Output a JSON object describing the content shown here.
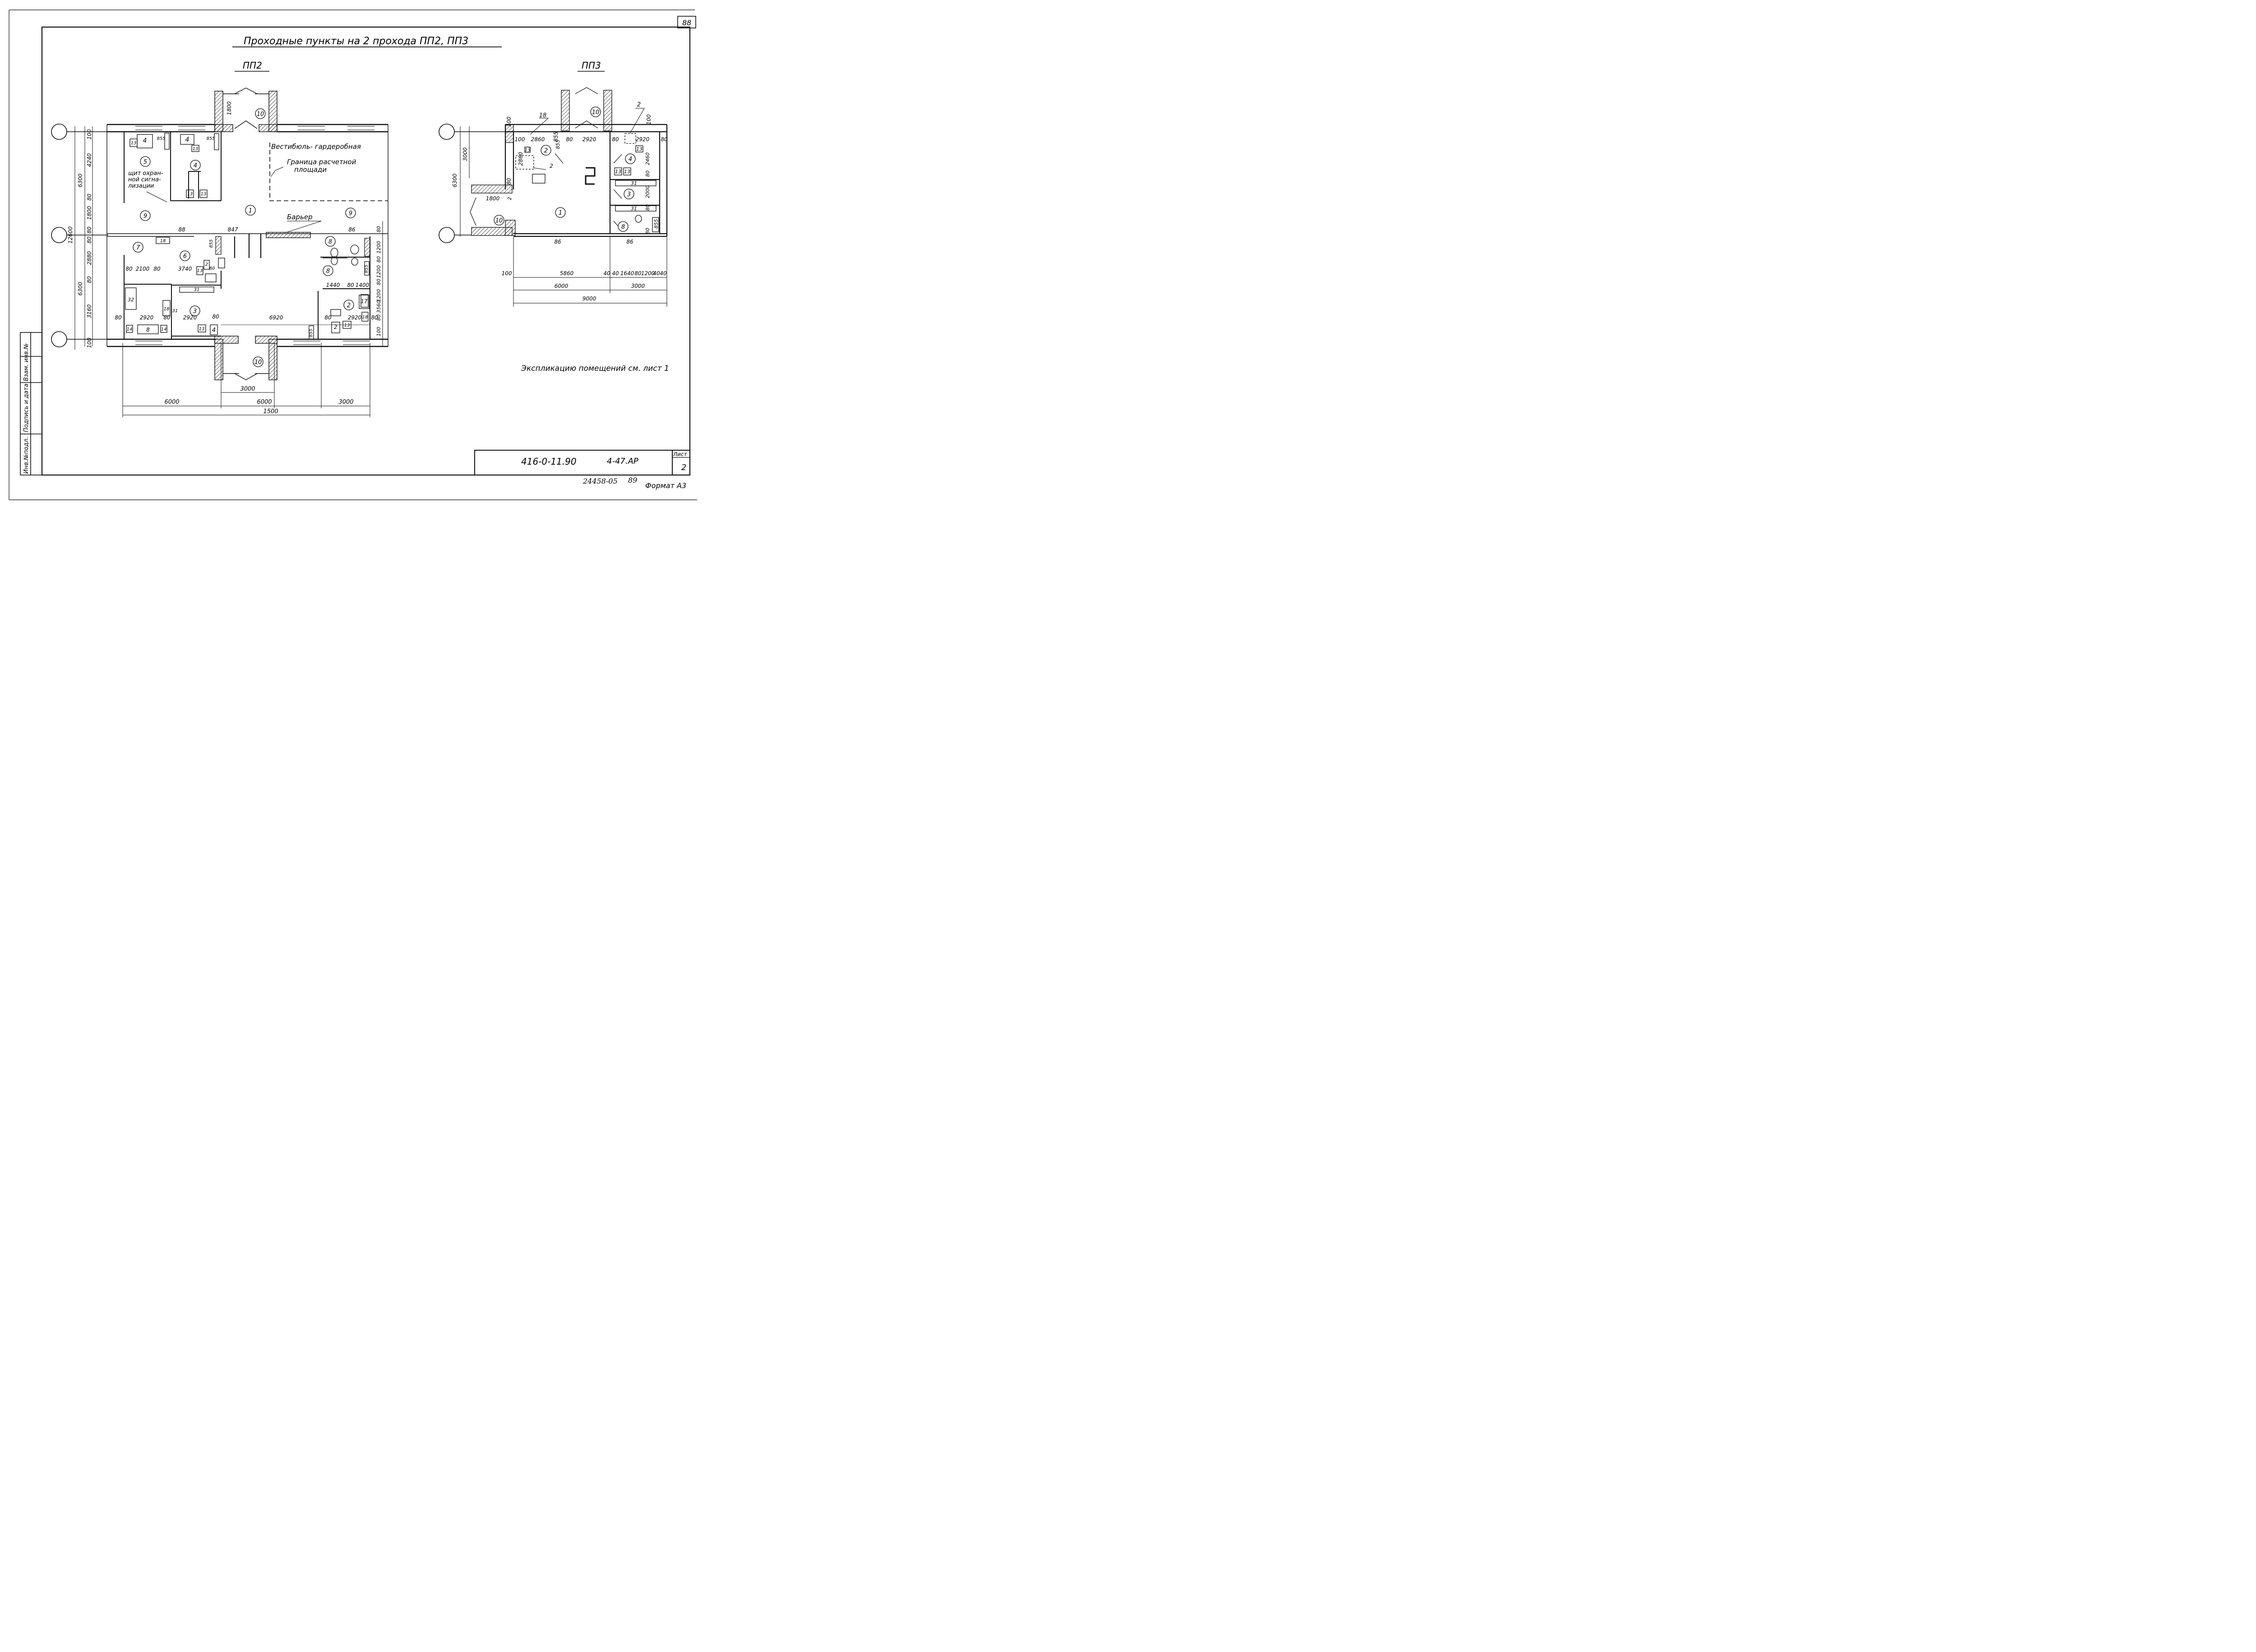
{
  "sheet_number_top": "88",
  "title": "Проходные пункты на 2 прохода ПП2, ПП3",
  "plan_left": {
    "label": "ПП2",
    "notes": {
      "vestibule": "Вестибюль- гардеробная",
      "boundary_1": "Граница расчетной",
      "boundary_2": "площади",
      "barrier": "Барьер",
      "alarm_1": "щит охран-",
      "alarm_2": "ной сигна-",
      "alarm_3": "лизации"
    },
    "room_numbers": [
      "1",
      "2",
      "3",
      "4",
      "5",
      "6",
      "7",
      "8",
      "8",
      "9",
      "9",
      "10",
      "10"
    ],
    "equipment_tags": [
      "13",
      "4",
      "855",
      "4",
      "13",
      "855",
      "13",
      "13",
      "18",
      "13",
      "2",
      "80",
      "31",
      "32",
      "18",
      "31",
      "13",
      "4",
      "14",
      "8",
      "14",
      "13",
      "2",
      "17",
      "18",
      "855",
      "855",
      "855",
      "847",
      "86",
      "88"
    ],
    "left_dims": [
      "6300",
      "100",
      "4240",
      "80",
      "1800",
      "80",
      "12600",
      "80",
      "2880",
      "80",
      "6300",
      "3160",
      "100"
    ],
    "inner_dims": [
      "80",
      "2100",
      "80",
      "3740",
      "80",
      "2920",
      "80",
      "2920",
      "80",
      "6920",
      "80",
      "2920",
      "80",
      "1440",
      "80",
      "1400",
      "1800"
    ],
    "right_dims": [
      "80",
      "1200",
      "80",
      "1200",
      "80",
      "1200",
      "80",
      "3560",
      "100"
    ],
    "bottom_dims": [
      "3000",
      "6000",
      "6000",
      "3000",
      "1500"
    ]
  },
  "plan_right": {
    "label": "ПП3",
    "room_numbers": [
      "1",
      "2",
      "3",
      "4",
      "8",
      "10",
      "10"
    ],
    "equipment_tags": [
      "18",
      "2",
      "2",
      "13",
      "13",
      "13",
      "13",
      "31",
      "31",
      "855",
      "855",
      "2"
    ],
    "left_dims": [
      "6300",
      "3000",
      "100",
      "2860",
      "80",
      "1800"
    ],
    "top_dims": [
      "100",
      "2860",
      "855",
      "80",
      "2920",
      "80",
      "2920",
      "100",
      "80"
    ],
    "right_dims": [
      "2460",
      "80",
      "2000",
      "80",
      "80",
      "86",
      "86"
    ],
    "bottom_dims": [
      "100",
      "5860",
      "40",
      "40",
      "1640",
      "80",
      "1200",
      "40",
      "40",
      "6000",
      "3000",
      "9000"
    ]
  },
  "explication_note": "Экспликацию помещений см. лист 1",
  "side_stamp": [
    "Инв.№подл.",
    "Подпись и дата",
    "Взам. инв.№"
  ],
  "title_block": {
    "code": "416-0-11.90",
    "sheet_code": "4-47.АР",
    "sheet_label": "Лист",
    "sheet_value": "2"
  },
  "bottom_code": "24458-05",
  "bottom_num": "89",
  "format": "Формат А3"
}
